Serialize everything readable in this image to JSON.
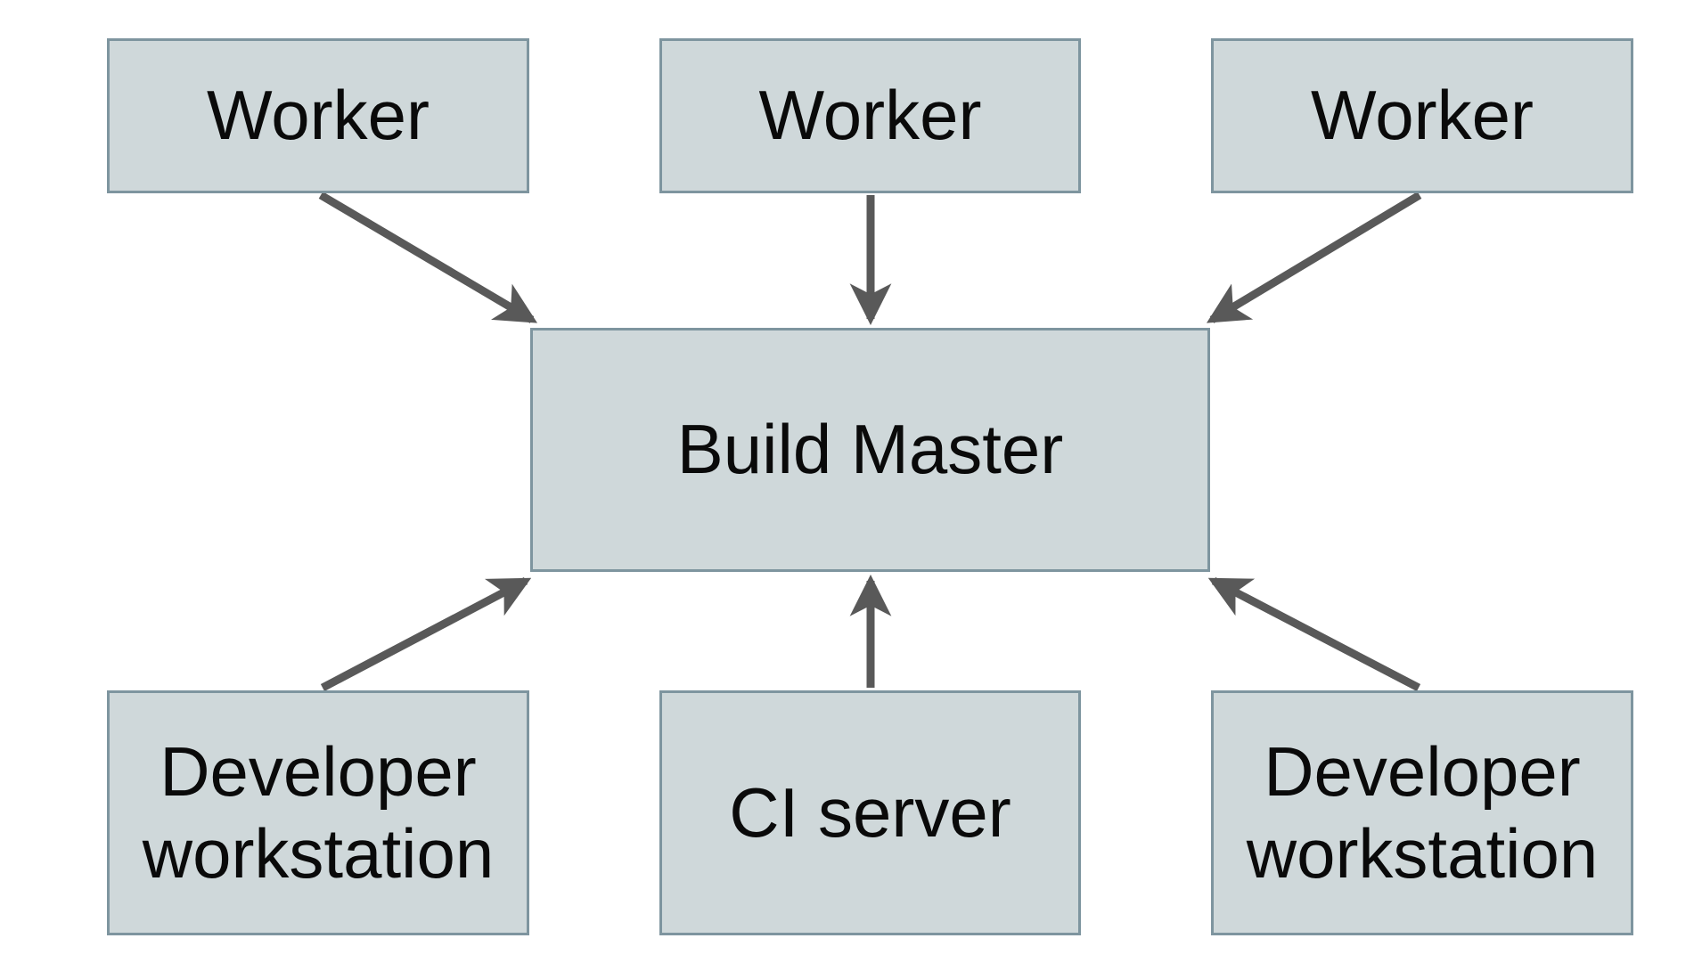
{
  "diagram": {
    "type": "architecture-diagram",
    "nodes": [
      {
        "id": "worker-1",
        "label": "Worker"
      },
      {
        "id": "worker-2",
        "label": "Worker"
      },
      {
        "id": "worker-3",
        "label": "Worker"
      },
      {
        "id": "build-master",
        "label": "Build Master"
      },
      {
        "id": "developer-workstation-left",
        "label": "Developer workstation"
      },
      {
        "id": "ci-server",
        "label": "CI server"
      },
      {
        "id": "developer-workstation-right",
        "label": "Developer workstation"
      }
    ],
    "edges": [
      {
        "from": "worker-1",
        "to": "build-master",
        "direction": "into-build-master"
      },
      {
        "from": "worker-2",
        "to": "build-master",
        "direction": "into-build-master"
      },
      {
        "from": "worker-3",
        "to": "build-master",
        "direction": "into-build-master"
      },
      {
        "from": "developer-workstation-left",
        "to": "build-master",
        "direction": "into-build-master"
      },
      {
        "from": "ci-server",
        "to": "build-master",
        "direction": "into-build-master"
      },
      {
        "from": "developer-workstation-right",
        "to": "build-master",
        "direction": "into-build-master"
      }
    ],
    "colors": {
      "background": "#ffffff",
      "node_fill": "#cfd8da",
      "node_border": "#7e959f",
      "node_text": "#0a0a0a",
      "arrow": "#595959"
    }
  }
}
